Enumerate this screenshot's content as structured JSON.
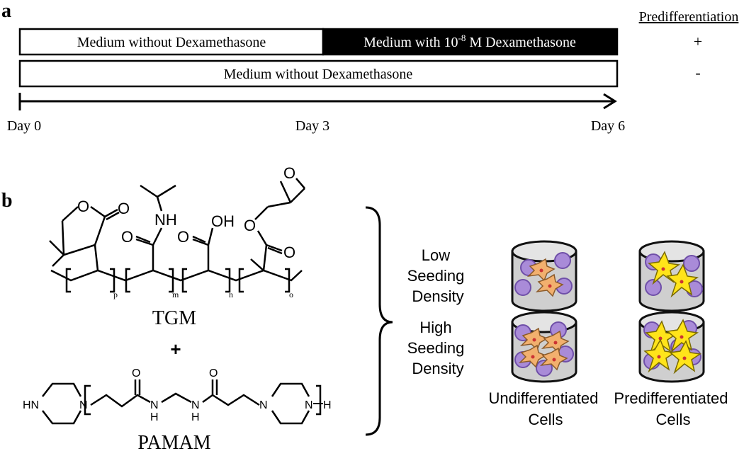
{
  "panel_a": {
    "label": "a",
    "header": "Predifferentiation",
    "row1": {
      "segment1": "Medium without Dexamethasone",
      "segment2_prefix": "Medium with 10",
      "segment2_exp": "-8",
      "segment2_suffix": " M Dexamethasone",
      "sign": "+"
    },
    "row2": {
      "segment1": "Medium without Dexamethasone",
      "sign": "-"
    },
    "timeline": [
      "Day 0",
      "Day 3",
      "Day 6"
    ],
    "colors": {
      "bar_fill_dark": "#000000",
      "bar_fill_light": "#ffffff"
    }
  },
  "panel_b": {
    "label": "b",
    "polymer1": {
      "name": "TGM",
      "atoms": {
        "O": "O",
        "NH": "NH",
        "OH": "OH"
      },
      "subscripts": [
        "p",
        "m",
        "n",
        "o"
      ]
    },
    "plus": "+",
    "polymer2": {
      "name": "PAMAM",
      "atoms": {
        "HN": "HN",
        "N": "N",
        "H": "H",
        "O": "O"
      }
    },
    "rows": [
      {
        "label": [
          "Low",
          "Seeding",
          "Density"
        ]
      },
      {
        "label": [
          "High",
          "Seeding",
          "Density"
        ]
      }
    ],
    "columns": [
      {
        "label": [
          "Undifferentiated",
          "Cells"
        ]
      },
      {
        "label": [
          "Predifferentiated",
          "Cells"
        ]
      }
    ],
    "colors": {
      "dish": "#cccccc",
      "bead": "#a98bd8",
      "undiff_cell": "#f2b06e",
      "prediff_cell": "#ffe41a"
    }
  }
}
